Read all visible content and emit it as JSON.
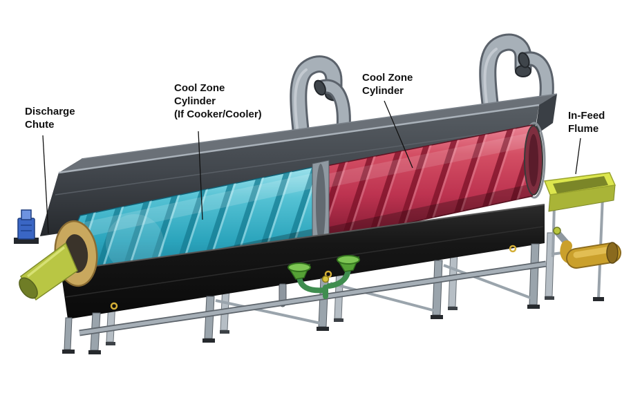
{
  "diagram": {
    "type": "labeled-technical-illustration",
    "subject": "Rotary cooker/cooler drum machine",
    "labels": {
      "discharge_chute": "Discharge\nChute",
      "cool_zone_cylinder_left": "Cool Zone\nCylinder\n(If Cooker/Cooler)",
      "cool_zone_cylinder_right": "Cool Zone\nCylinder",
      "infeed_flume": "In-Feed\nFlume"
    },
    "colors": {
      "cool_zone_left_cylinder": "#2ba4bc",
      "cool_zone_right_cylinder": "#bd3350",
      "canopy_dark_gray": "#42474d",
      "frame_gray": "#9aa4ac",
      "pipe_gray": "#a7b0b8",
      "hopper_green": "#56a236",
      "flume_chartreuse": "#dce64e",
      "gold_fitting": "#caa02c",
      "pump_blue": "#3a66c4",
      "trough_black": "#141414",
      "background": "#ffffff",
      "label_text": "#111111"
    }
  }
}
